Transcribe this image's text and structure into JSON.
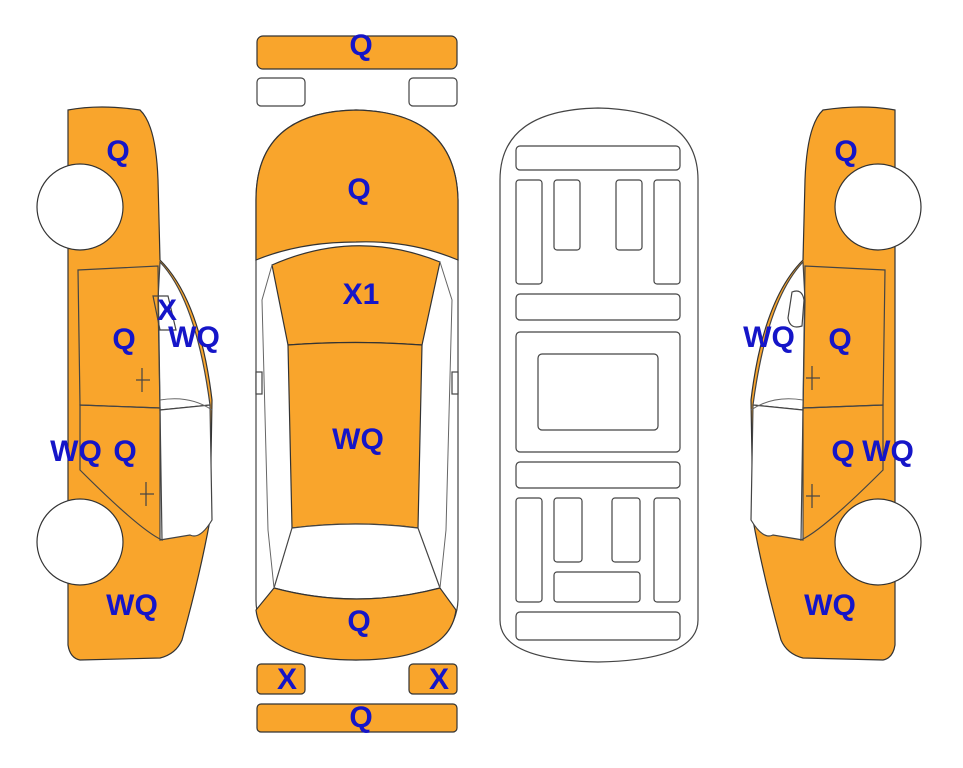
{
  "colors": {
    "damaged": "#F9A52C",
    "label": "#1515C8",
    "outline": "#333333"
  },
  "views": {
    "left_side": {
      "roof_quarter": "Q",
      "front_door_trim": "X",
      "front_door_glass": "WQ",
      "front_door": "Q",
      "rear_door_left": "WQ",
      "rear_door": "Q",
      "rear_quarter": "WQ"
    },
    "top": {
      "front_bumper": "Q",
      "hood": "Q",
      "windshield": "X1",
      "roof": "WQ",
      "trunk": "Q",
      "rear_lamp_left": "X",
      "rear_lamp_right": "X",
      "rear_bumper": "Q"
    },
    "right_side": {
      "front_quarter": "Q",
      "front_door_glass": "WQ",
      "front_door": "Q",
      "rear_door": "Q",
      "rear_door_right": "WQ",
      "rear_quarter": "WQ"
    }
  }
}
